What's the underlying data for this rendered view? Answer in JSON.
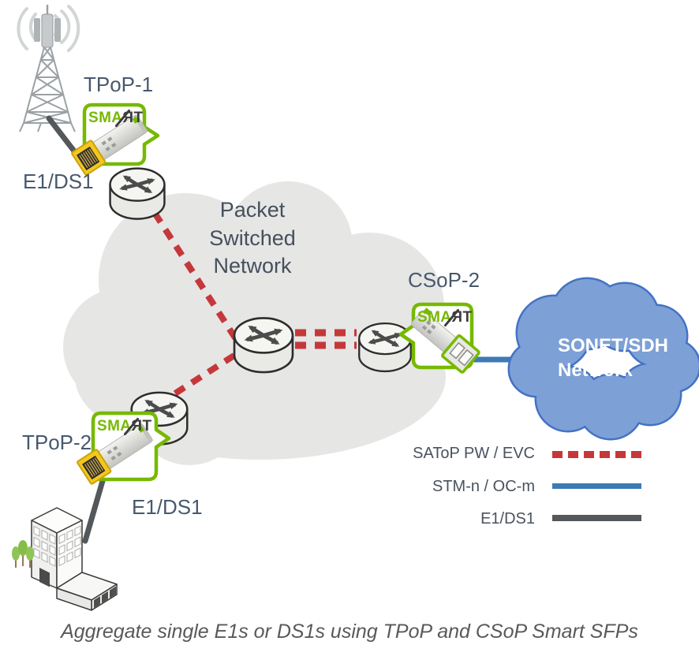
{
  "labels": {
    "tpop1": "TPoP-1",
    "e1ds1_top": "E1/DS1",
    "packet_network": "Packet Switched Network",
    "csop2": "CSoP-2",
    "sonet_network": "SONET/SDH Network",
    "tpop2": "TPoP-2",
    "e1ds1_bottom": "E1/DS1"
  },
  "smart_logo": {
    "green": "SMA",
    "dark": "ЯT"
  },
  "legend": {
    "items": [
      {
        "label": "SAToP PW / EVC",
        "line_style": "dashed",
        "color": "#c5383a"
      },
      {
        "label": "STM-n / OC-m",
        "line_style": "solid",
        "color": "#3d7ab5"
      },
      {
        "label": "E1/DS1",
        "line_style": "solid",
        "color": "#55585a"
      }
    ]
  },
  "caption": "Aggregate single E1s or DS1s using TPoP and CSoP Smart SFPs",
  "icons": {
    "cell_tower": "cell-tower-icon",
    "router": "router-icon",
    "office_building": "office-building-icon",
    "sfp_rj45": "sfp-rj45-module-icon",
    "sfp_fiber": "sfp-fiber-module-icon",
    "callout": "smart-sfp-callout-bubble"
  },
  "colors": {
    "accent_green": "#76b900",
    "satop_red": "#c5383a",
    "stm_blue": "#3d7ab5",
    "e1_dark": "#55585a",
    "packet_cloud_gray": "#e6e6e5",
    "sonet_cloud_fill": "#7da0d6",
    "sonet_cloud_border": "#4472c4",
    "label_text": "#47596d",
    "caption_text": "#595959"
  }
}
